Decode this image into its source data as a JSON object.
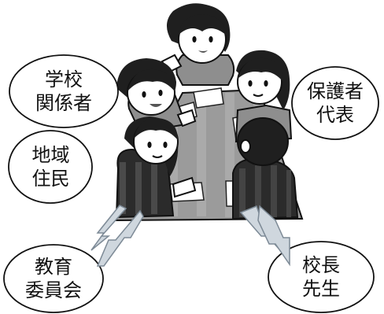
{
  "bubbles": {
    "school_staff": [
      "学校",
      "関係者"
    ],
    "guardian_rep": [
      "保護者",
      "代表"
    ],
    "local_resident": [
      "地域",
      "住民"
    ],
    "board_of_education": [
      "教育",
      "委員会"
    ],
    "principal": [
      "校長",
      "先生"
    ]
  },
  "colors": {
    "outline": "#111111",
    "table": "#9b9b9b",
    "paper": "#ffffff",
    "arrow_fill": "#cfd7de",
    "arrow_stroke": "#7d8a96",
    "skin": "#ffffff",
    "hair_dark": "#1f1f1f",
    "hair_mid": "#3c3c3c",
    "clothes_gray": "#8e8e8e",
    "clothes_dark": "#2b2b2b"
  },
  "icons": {
    "people": "people-meeting-illustration",
    "arrows": "two-way-arrow-icon"
  }
}
